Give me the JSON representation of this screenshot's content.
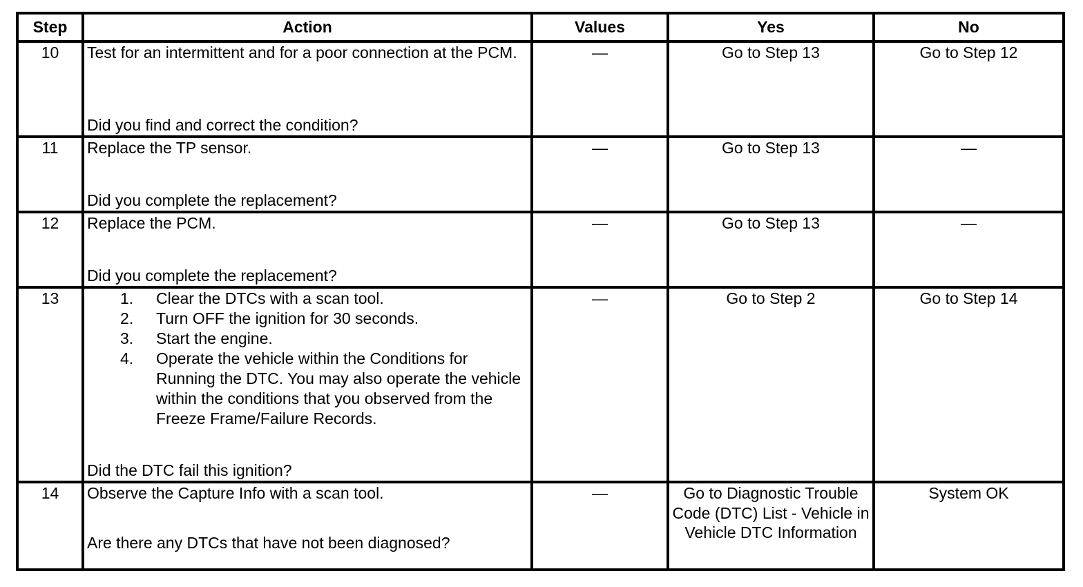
{
  "headers": {
    "step": "Step",
    "action": "Action",
    "values": "Values",
    "yes": "Yes",
    "no": "No"
  },
  "rows": [
    {
      "step": "10",
      "action_text": "Test for an intermittent and for a poor connection at the PCM.",
      "question": "Did you find and correct the condition?",
      "values": "—",
      "yes": "Go to Step 13",
      "no": "Go to Step 12"
    },
    {
      "step": "11",
      "action_text": "Replace the TP sensor.",
      "question": "Did you complete the replacement?",
      "values": "—",
      "yes": "Go to Step 13",
      "no": "—"
    },
    {
      "step": "12",
      "action_text": "Replace the PCM.",
      "question": "Did you complete the replacement?",
      "values": "—",
      "yes": "Go to Step 13",
      "no": "—"
    },
    {
      "step": "13",
      "substeps": [
        {
          "num": "1.",
          "text": "Clear the DTCs with a scan tool."
        },
        {
          "num": "2.",
          "text": "Turn OFF the ignition for 30 seconds."
        },
        {
          "num": "3.",
          "text": "Start the engine."
        },
        {
          "num": "4.",
          "text": "Operate the vehicle within the Conditions for Running the DTC. You may also operate the vehicle within the conditions that you observed from the Freeze Frame/Failure Records."
        }
      ],
      "question": "Did the DTC fail this ignition?",
      "values": "—",
      "yes": "Go to Step 2",
      "no": "Go to Step 14"
    },
    {
      "step": "14",
      "action_text": "Observe the Capture Info with a scan tool.",
      "question": "Are there any DTCs that have not been diagnosed?",
      "values": "—",
      "yes": "Go to Diagnostic Trouble Code (DTC) List - Vehicle in Vehicle DTC Information",
      "no": "System OK"
    }
  ]
}
